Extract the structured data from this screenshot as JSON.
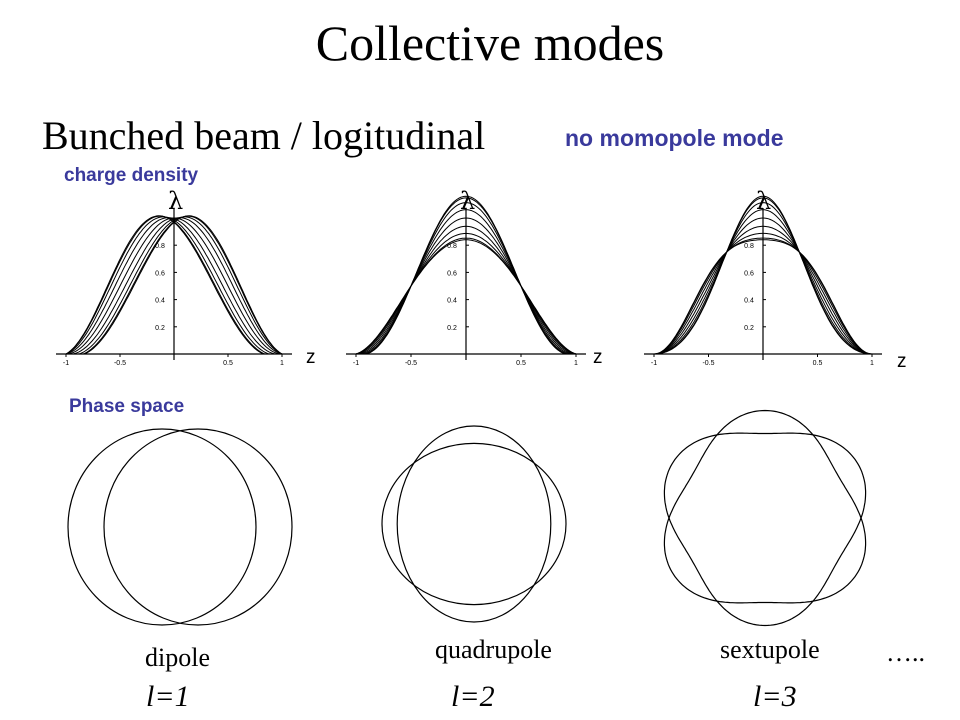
{
  "title": "Collective modes",
  "subtitle": "Bunched beam / logitudinal",
  "note": "no momopole mode",
  "accent_color": "#3a3a9c",
  "density_label": "charge density",
  "phase_label": "Phase space",
  "ellipsis": "…..",
  "plots": [
    {
      "lambda": "λ",
      "zlabel": "z",
      "mode_name": "dipole",
      "l_label": "l=1",
      "l": 1
    },
    {
      "lambda": "λ",
      "zlabel": "z",
      "mode_name": "quadrupole",
      "l_label": "l=2",
      "l": 2
    },
    {
      "lambda": "λ",
      "zlabel": "z",
      "mode_name": "sextupole",
      "l_label": "l=3",
      "l": 3
    }
  ],
  "axis_ticks": {
    "x": [
      "-1",
      "-0.5",
      "0.5",
      "1"
    ],
    "y": [
      "0.2",
      "0.4",
      "0.6",
      "0.8"
    ]
  }
}
